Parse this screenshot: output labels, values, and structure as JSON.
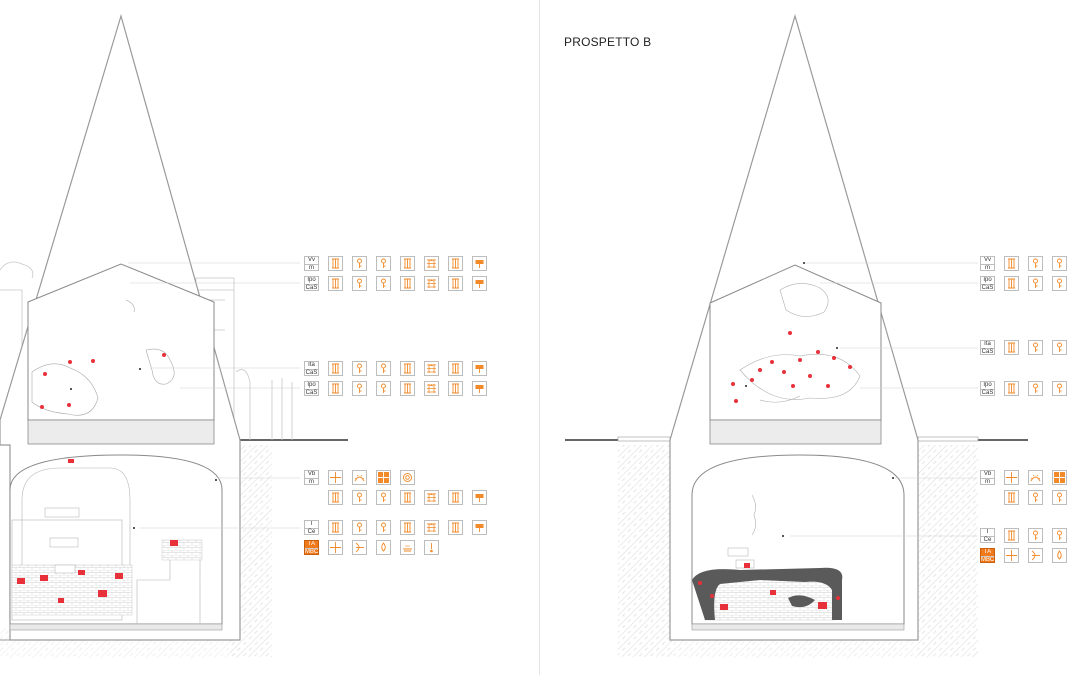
{
  "title": "PROSPETTO B",
  "colors": {
    "accent": "#f28a2a",
    "damage_marker": "#e8303a",
    "line": "#8a8a8a",
    "dark_mass": "#5a5a5a"
  },
  "left_legend": {
    "rows": [
      {
        "key": [
          "Vv",
          "m"
        ],
        "icons": [
          "column-icon",
          "key-icon",
          "key-icon",
          "column-icon",
          "arrows-icon",
          "column-icon",
          "sign-icon"
        ]
      },
      {
        "key": [
          "Ipo",
          "CaS"
        ],
        "icons": [
          "column-icon",
          "key-icon",
          "key-icon",
          "column-icon",
          "arrows-icon",
          "column-icon",
          "sign-icon"
        ]
      },
      {
        "key": [
          "Ita",
          "CaS"
        ],
        "icons": [
          "column-icon",
          "key-icon",
          "key-icon",
          "column-icon",
          "arrows-icon",
          "column-icon",
          "sign-icon"
        ]
      },
      {
        "key": [
          "Ipo",
          "CaS"
        ],
        "icons": [
          "column-icon",
          "key-icon",
          "key-icon",
          "column-icon",
          "arrows-icon",
          "column-icon",
          "sign-icon"
        ]
      },
      {
        "key": [
          "Vb",
          "m"
        ],
        "icons": [
          "cross-icon",
          "arch-icon",
          "grid-fill-icon",
          "target-icon"
        ]
      },
      {
        "key": [
          "",
          ""
        ],
        "icons": [
          "column-icon",
          "key-icon",
          "key-icon",
          "column-icon",
          "arrows-icon",
          "column-icon",
          "sign-icon"
        ]
      },
      {
        "key": [
          "I",
          "Ce"
        ],
        "icons": [
          "column-icon",
          "key-icon",
          "key-icon",
          "column-icon",
          "arrows-icon",
          "column-icon",
          "sign-icon"
        ]
      },
      {
        "key": [
          "TA",
          "MBC"
        ],
        "icons": [
          "arrow-right-icon",
          "vault-icon",
          "drop-icon",
          "tray-icon",
          "leak-icon"
        ],
        "key_filled": true
      }
    ]
  },
  "right_legend": {
    "rows": [
      {
        "key": [
          "Vv",
          "m"
        ],
        "icons": [
          "column-icon",
          "key-icon",
          "key-icon",
          "column-icon"
        ]
      },
      {
        "key": [
          "Ipo",
          "CaS"
        ],
        "icons": [
          "column-icon",
          "key-icon",
          "key-icon",
          "column-icon"
        ]
      },
      {
        "key": [
          "Ita",
          "CaS"
        ],
        "icons": [
          "column-icon",
          "key-icon",
          "key-icon",
          "column-icon"
        ]
      },
      {
        "key": [
          "Ipo",
          "CaS"
        ],
        "icons": [
          "column-icon",
          "key-icon",
          "key-icon",
          "column-icon"
        ]
      },
      {
        "key": [
          "Vb",
          "m"
        ],
        "icons": [
          "cross-icon",
          "arch-icon",
          "grid-fill-icon",
          "target-icon"
        ]
      },
      {
        "key": [
          "",
          ""
        ],
        "icons": [
          "column-icon",
          "key-icon",
          "key-icon",
          "column-icon"
        ]
      },
      {
        "key": [
          "I",
          "Ce"
        ],
        "icons": [
          "column-icon",
          "key-icon",
          "key-icon",
          "column-icon"
        ]
      },
      {
        "key": [
          "TA",
          "MBC"
        ],
        "icons": [
          "arrow-right-icon",
          "vault-icon",
          "drop-icon",
          "tray-icon"
        ],
        "key_filled": true
      }
    ]
  }
}
